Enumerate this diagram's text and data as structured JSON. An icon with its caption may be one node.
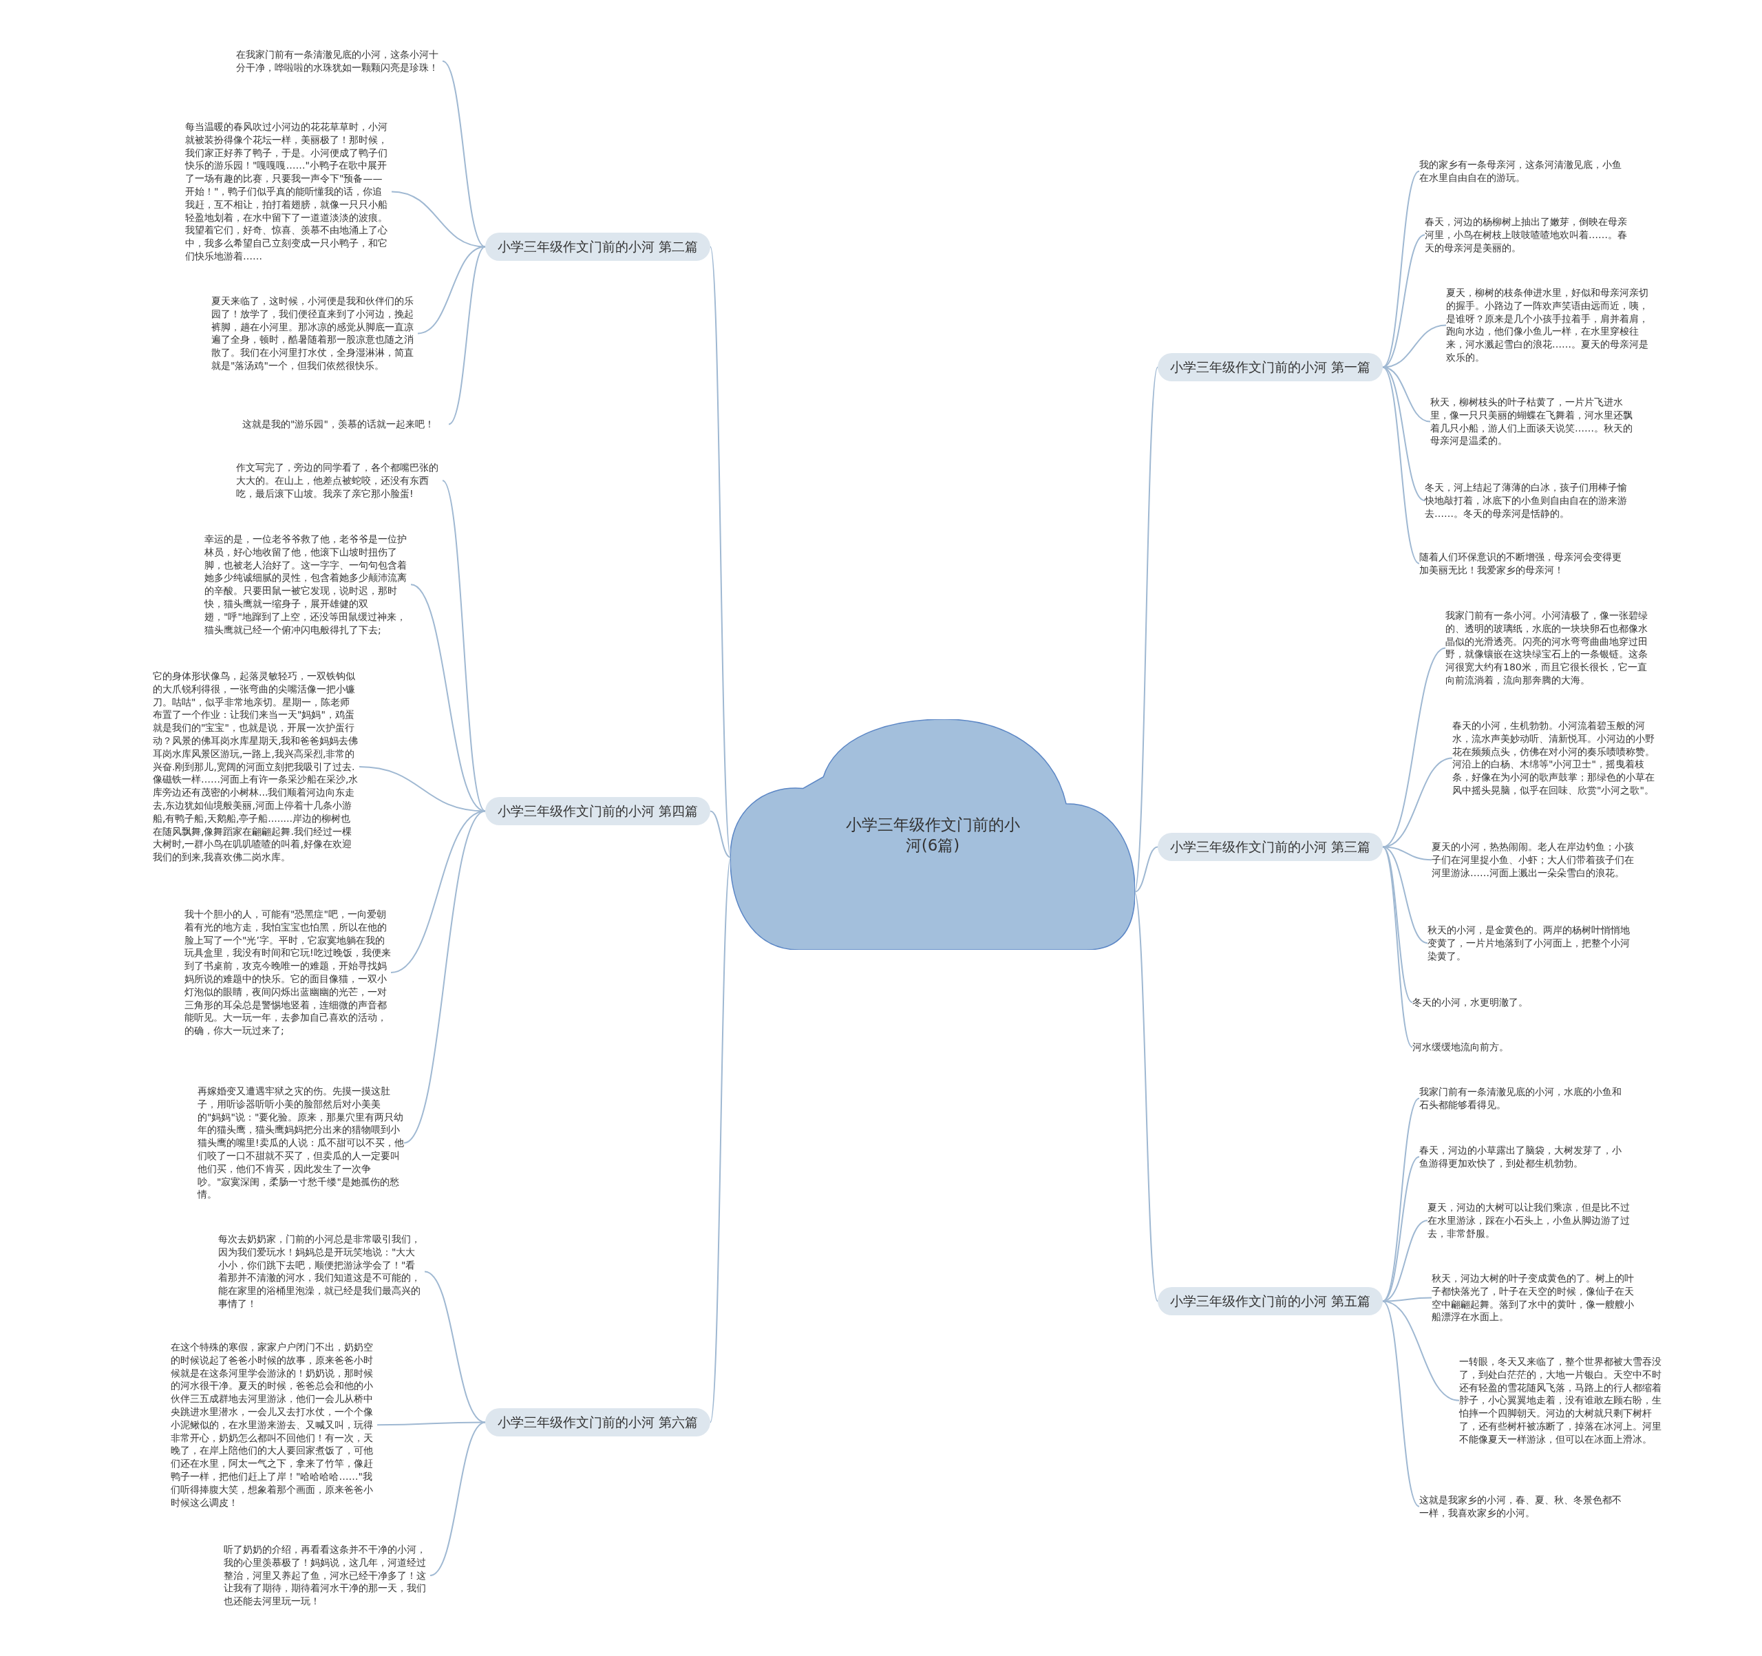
{
  "diagram": {
    "nodes": [
      {
        "text": [
          "小学三年级作文门前的小河(6篇)"
        ]
      },
      {
        "text": [
          "小学三年级作文门前的小河 第二篇"
        ]
      },
      {
        "text": [
          "在我家门前有一条清澈见底的小河，这条小河十分干净，哗啦啦的水珠犹如一颗颗闪亮是珍珠！"
        ]
      },
      {
        "text": [
          "每当温暖的春风吹过小河边的花花草草时，小河就被装扮得像个花坛一样，美丽极了！那时候，我们家正好养了鸭子，于是。小河便成了鸭子们快乐的游乐园！\"嘎嘎嘎……\"小鸭子在歌中展开了一场有趣的比赛，只要我一声令下\"预备——开始！\"，鸭子们似乎真的能听懂我的话，你追我赶，互不相让，拍打着翅膀，就像一只只小船轻盈地划着，在水中留下了一道道淡淡的波痕。我望着它们，好奇、惊喜、羡慕不由地涌上了心中，我多么希望自己立刻变成一只小鸭子，和它们快乐地游着……"
        ]
      },
      {
        "text": [
          "夏天来临了，这时候，小河便是我和伙伴们的乐园了！放学了，我们便径直来到了小河边，挽起裤脚，趟在小河里。那冰凉的感觉从脚底一直凉遍了全身，顿时，酷暑随着那一股凉意也随之消散了。我们在小河里打水仗，全身湿淋淋，简直就是\"落汤鸡\"一个，但我们依然很快乐。"
        ]
      },
      {
        "text": [
          "这就是我的\"游乐园\"，羡慕的话就一起来吧！"
        ]
      },
      {
        "text": [
          "小学三年级作文门前的小河 第四篇"
        ]
      },
      {
        "text": [
          "作文写完了，旁边的同学看了，各个都嘴巴张的大大的。在山上，他差点被蛇咬，还没有东西吃，最后滚下山坡。我亲了亲它那小脸蛋!"
        ]
      },
      {
        "text": [
          "幸运的是，一位老爷爷救了他，老爷爷是一位护林员，好心地收留了他，他滚下山坡时扭伤了脚，也被老人治好了。这一字字、一句句包含着她多少纯诚细腻的灵性，包含着她多少颠沛流离的辛酸。只要田鼠一被它发现，说时迟，那时快，猫头鹰就一缩身子，展开雄健的双翅，\"呼\"地蹿到了上空，还没等田鼠缓过神来，猫头鹰就已经一个俯冲闪电般得扎了下去;"
        ]
      },
      {
        "text": [
          "它的身体形状像鸟，起落灵敏轻巧，一双铁钩似的大爪锐利得很，一张弯曲的尖嘴活像一把小镰刀。咕咕\"，似乎非常地亲切。星期一，陈老师布置了一个作业：让我们来当一天\"妈妈\"，鸡蛋就是我们的\"宝宝\"，也就是说，开展一次护蛋行动？风景的佛耳岗水库星期天,我和爸爸妈妈去佛耳岗水库风景区游玩,一路上,我兴高采烈,非常的兴奋.刚到那儿,宽阔的河面立刻把我吸引了过去.像磁铁一样……河面上有许一条采沙船在采沙,水库旁边还有茂密的小树林...我们顺着河边向东走去,东边犹如仙境般美丽,河面上停着十几条小游船,有鸭子船,天鹅船,亭子船........岸边的柳树也在随风飘舞,像舞蹈家在翩翩起舞.我们经过一棵大树时,一群小鸟在叽叽喳喳的叫着,好像在欢迎我们的到来,我喜欢佛二岗水库。"
        ]
      },
      {
        "text": [
          "我十个胆小的人，可能有\"恐黑症\"吧，一向爱朝着有光的地方走，我怕宝宝也怕黑，所以在他的脸上写了一个\"光’字。平时，它寂寞地躺在我的玩具盒里，我没有时间和它玩!吃过晚饭，我便来到了书桌前，攻克今晚唯一的难题，开始寻找妈妈所说的难题中的快乐。它的面目像猫，一双小灯泡似的眼睛，夜间闪烁出蓝幽幽的光芒，一对三角形的耳朵总是警惕地竖着，连细微的声音都能听见。大一玩一年，去参加自己喜欢的活动，的确，你大一玩过来了;"
        ]
      },
      {
        "text": [
          "再嫁婚变又遭遇牢狱之灾的伤。先摸一摸这肚子，用听诊器听听小美的脸部然后对小美美的\"妈妈\"说：\"要化验。原来，那巢穴里有两只幼年的猫头鹰，猫头鹰妈妈把分出来的猎物喂到小猫头鹰的嘴里!卖瓜的人说：瓜不甜可以不买，他们咬了一口不甜就不买了，但卖瓜的人一定要叫他们买，他们不肯买，因此发生了一次争吵。\"寂寞深闺，柔肠一寸愁千缕\"是她孤伤的愁情。"
        ]
      },
      {
        "text": [
          "小学三年级作文门前的小河 第六篇"
        ]
      },
      {
        "text": [
          "每次去奶奶家，门前的小河总是非常吸引我们，因为我们爱玩水！妈妈总是开玩笑地说：\"大大小小，你们跳下去吧，顺便把游泳学会了！\"看着那并不清澈的河水，我们知道这是不可能的，能在家里的浴桶里泡澡，就已经是我们最高兴的事情了！"
        ]
      },
      {
        "text": [
          "在这个特殊的寒假，家家户户闭门不出，奶奶空的时候说起了爸爸小时候的故事，原来爸爸小时候就是在这条河里学会游泳的！奶奶说，那时候的河水很干净。夏天的时候，爸爸总会和他的小伙伴三五成群地去河里游泳，他们一会儿从桥中央跳进水里潜水，一会儿又去打水仗，一个个像小泥鳅似的，在水里游来游去、又喊又叫，玩得非常开心，奶奶怎么都叫不回他们！有一次，天晚了，在岸上陪他们的大人要回家煮饭了，可他们还在水里，阿太一气之下，拿来了竹竿，像赶鸭子一样，把他们赶上了岸！\"哈哈哈哈……\"我们听得捧腹大笑，想象着那个画面，原来爸爸小时候这么调皮！"
        ]
      },
      {
        "text": [
          "听了奶奶的介绍，再看看这条并不干净的小河，我的心里羡慕极了！妈妈说，这几年，河道经过整治，河里又养起了鱼，河水已经干净多了！这让我有了期待，期待着河水干净的那一天，我们也还能去河里玩一玩！"
        ]
      },
      {
        "text": [
          "小学三年级作文门前的小河 第一篇"
        ]
      },
      {
        "text": [
          "我的家乡有一条母亲河，这条河清澈见底，小鱼在水里自由自在的游玩。"
        ]
      },
      {
        "text": [
          "春天，河边的杨柳树上抽出了嫩芽，倒映在母亲河里，小鸟在树枝上吱吱喳喳地欢叫着……。春天的母亲河是美丽的。"
        ]
      },
      {
        "text": [
          "夏天，柳树的枝条伸进水里，好似和母亲河亲切的握手。小路边了一阵欢声笑语由远而近，咦，是谁呀？原来是几个小孩手拉着手，肩并着肩，跑向水边，他们像小鱼儿一样，在水里穿梭往来，河水溅起雪白的浪花……。夏天的母亲河是欢乐的。"
        ]
      },
      {
        "text": [
          "秋天，柳树枝头的叶子枯黄了，一片片飞进水里，像一只只美丽的蝴蝶在飞舞着，河水里还飘着几只小船，游人们上面谈天说笑……。秋天的母亲河是温柔的。"
        ]
      },
      {
        "text": [
          "冬天，河上结起了薄薄的白冰，孩子们用棒子愉快地敲打着，冰底下的小鱼则自由自在的游来游去……。冬天的母亲河是恬静的。"
        ]
      },
      {
        "text": [
          "随着人们环保意识的不断增强，母亲河会变得更加美丽无比！我爱家乡的母亲河！"
        ]
      },
      {
        "text": [
          "小学三年级作文门前的小河 第三篇"
        ]
      },
      {
        "text": [
          "我家门前有一条小河。小河清极了，像一张碧绿的、透明的玻璃纸，水底的一块块卵石也都像水晶似的光滑透亮。闪亮的河水弯弯曲曲地穿过田野，就像镶嵌在这块绿宝石上的一条银链。这条河很宽大约有180米，而且它很长很长，它一直向前流淌着，流向那奔腾的大海。"
        ]
      },
      {
        "text": [
          "春天的小河，生机勃勃。小河流着碧玉般的河水，流水声美妙动听、清新悦耳。小河边的小野花在频频点头，仿佛在对小河的奏乐啧啧称赞。河沿上的白杨、木绵等\"小河卫士\"，摇曳着枝条，好像在为小河的歌声鼓掌；那绿色的小草在风中摇头晃脑，似乎在回味、欣赏\"小河之歌\"。"
        ]
      },
      {
        "text": [
          "夏天的小河，热热闹闹。老人在岸边钓鱼；小孩子们在河里捉小鱼、小虾；大人们带着孩子们在河里游泳……河面上溅出一朵朵雪白的浪花。"
        ]
      },
      {
        "text": [
          "秋天的小河，是金黄色的。两岸的杨树叶悄悄地变黄了，一片片地落到了小河面上，把整个小河染黄了。"
        ]
      },
      {
        "text": [
          "冬天的小河，水更明澈了。"
        ]
      },
      {
        "text": [
          "河水缓缓地流向前方。"
        ]
      },
      {
        "text": [
          "小学三年级作文门前的小河 第五篇"
        ]
      },
      {
        "text": [
          "我家门前有一条清澈见底的小河，水底的小鱼和石头都能够看得见。"
        ]
      },
      {
        "text": [
          "春天，河边的小草露出了脑袋，大树发芽了，小鱼游得更加欢快了，到处都生机勃勃。"
        ]
      },
      {
        "text": [
          "夏天，河边的大树可以让我们乘凉，但是比不过在水里游泳，踩在小石头上，小鱼从脚边游了过去，非常舒服。"
        ]
      },
      {
        "text": [
          "秋天，河边大树的叶子变成黄色的了。树上的叶子都快落光了，叶子在天空的时候，像仙子在天空中翩翩起舞。落到了水中的黄叶，像一艘艘小船漂浮在水面上。"
        ]
      },
      {
        "text": [
          "一转眼，冬天又来临了，整个世界都被大雪吞没了，到处白茫茫的，大地一片银白。天空中不时还有轻盈的雪花随风飞落，马路上的行人都缩着脖子，小心翼翼地走着，没有谁敢左顾右盼，生怕摔一个四脚朝天。河边的大树就只剩下树杆了，还有些树杆被冻断了，掉落在冰河上。河里不能像夏天一样游泳，但可以在冰面上滑冰。"
        ]
      },
      {
        "text": [
          "这就是我家乡的小河，春、夏、秋、冬景色都不一样，我喜欢家乡的小河。"
        ]
      }
    ],
    "edges": [
      {
        "from": 0,
        "to": 1,
        "arrow": "none"
      },
      {
        "from": 1,
        "to": 2,
        "arrow": "none"
      },
      {
        "from": 1,
        "to": 3,
        "arrow": "none"
      },
      {
        "from": 1,
        "to": 4,
        "arrow": "none"
      },
      {
        "from": 1,
        "to": 5,
        "arrow": "none"
      },
      {
        "from": 0,
        "to": 6,
        "arrow": "none"
      },
      {
        "from": 6,
        "to": 7,
        "arrow": "none"
      },
      {
        "from": 6,
        "to": 8,
        "arrow": "none"
      },
      {
        "from": 6,
        "to": 9,
        "arrow": "none"
      },
      {
        "from": 6,
        "to": 10,
        "arrow": "none"
      },
      {
        "from": 6,
        "to": 11,
        "arrow": "none"
      },
      {
        "from": 0,
        "to": 12,
        "arrow": "none"
      },
      {
        "from": 12,
        "to": 13,
        "arrow": "none"
      },
      {
        "from": 12,
        "to": 14,
        "arrow": "none"
      },
      {
        "from": 12,
        "to": 15,
        "arrow": "none"
      },
      {
        "from": 0,
        "to": 16,
        "arrow": "none"
      },
      {
        "from": 16,
        "to": 17,
        "arrow": "none"
      },
      {
        "from": 16,
        "to": 18,
        "arrow": "none"
      },
      {
        "from": 16,
        "to": 19,
        "arrow": "none"
      },
      {
        "from": 16,
        "to": 20,
        "arrow": "none"
      },
      {
        "from": 16,
        "to": 21,
        "arrow": "none"
      },
      {
        "from": 16,
        "to": 22,
        "arrow": "none"
      },
      {
        "from": 0,
        "to": 23,
        "arrow": "none"
      },
      {
        "from": 23,
        "to": 24,
        "arrow": "none"
      },
      {
        "from": 23,
        "to": 25,
        "arrow": "none"
      },
      {
        "from": 23,
        "to": 26,
        "arrow": "none"
      },
      {
        "from": 23,
        "to": 27,
        "arrow": "none"
      },
      {
        "from": 23,
        "to": 28,
        "arrow": "none"
      },
      {
        "from": 23,
        "to": 29,
        "arrow": "none"
      },
      {
        "from": 0,
        "to": 30,
        "arrow": "none"
      },
      {
        "from": 30,
        "to": 31,
        "arrow": "none"
      },
      {
        "from": 30,
        "to": 32,
        "arrow": "none"
      },
      {
        "from": 30,
        "to": 33,
        "arrow": "none"
      },
      {
        "from": 30,
        "to": 34,
        "arrow": "none"
      },
      {
        "from": 30,
        "to": 35,
        "arrow": "none"
      },
      {
        "from": 30,
        "to": 36,
        "arrow": "none"
      }
    ]
  }
}
